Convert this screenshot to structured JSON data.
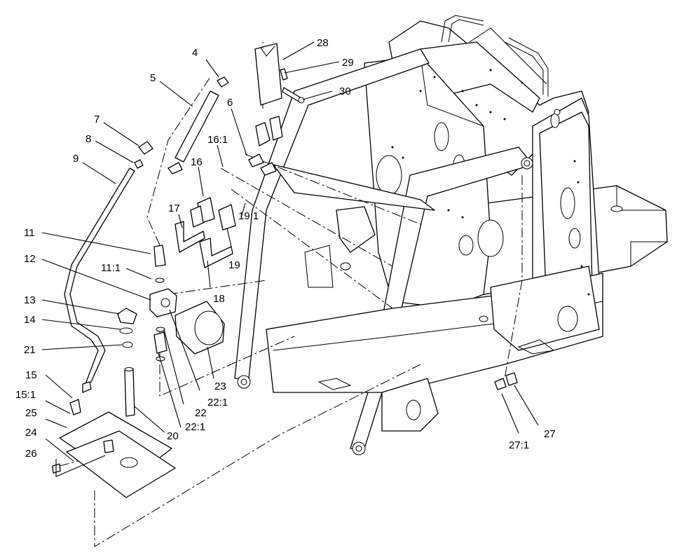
{
  "diagram": {
    "callouts": [
      {
        "id": "c4",
        "label": "4"
      },
      {
        "id": "c5",
        "label": "5"
      },
      {
        "id": "c7",
        "label": "7"
      },
      {
        "id": "c8",
        "label": "8"
      },
      {
        "id": "c9",
        "label": "9"
      },
      {
        "id": "c11",
        "label": "11"
      },
      {
        "id": "c11_1",
        "label": "11:1"
      },
      {
        "id": "c12",
        "label": "12"
      },
      {
        "id": "c13",
        "label": "13"
      },
      {
        "id": "c14",
        "label": "14"
      },
      {
        "id": "c21",
        "label": "21"
      },
      {
        "id": "c15",
        "label": "15"
      },
      {
        "id": "c15_1",
        "label": "15:1"
      },
      {
        "id": "c25",
        "label": "25"
      },
      {
        "id": "c24",
        "label": "24"
      },
      {
        "id": "c26",
        "label": "26"
      },
      {
        "id": "c6",
        "label": "6"
      },
      {
        "id": "c16_1",
        "label": "16:1"
      },
      {
        "id": "c16",
        "label": "16"
      },
      {
        "id": "c17",
        "label": "17"
      },
      {
        "id": "c19_1",
        "label": "19:1"
      },
      {
        "id": "c19",
        "label": "19"
      },
      {
        "id": "c18",
        "label": "18"
      },
      {
        "id": "c28",
        "label": "28"
      },
      {
        "id": "c29",
        "label": "29"
      },
      {
        "id": "c30",
        "label": "30"
      },
      {
        "id": "c23",
        "label": "23"
      },
      {
        "id": "c22_1a",
        "label": "22:1"
      },
      {
        "id": "c22",
        "label": "22"
      },
      {
        "id": "c22_1b",
        "label": "22:1"
      },
      {
        "id": "c20",
        "label": "20"
      },
      {
        "id": "c27_1",
        "label": "27:1"
      },
      {
        "id": "c27",
        "label": "27"
      }
    ]
  }
}
